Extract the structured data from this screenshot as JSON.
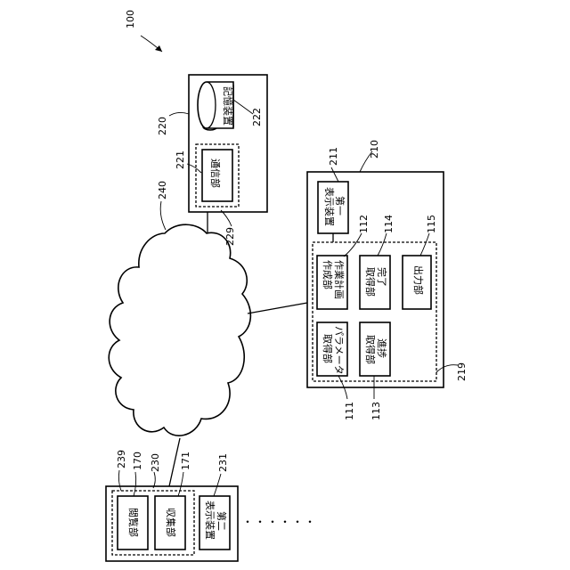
{
  "figure_label": "100",
  "network": {
    "label": "240"
  },
  "storage_server": {
    "label": "220",
    "storage_device": {
      "label": "222",
      "text": "記憶装置"
    },
    "comm_unit": {
      "label": "221",
      "text": "通信部"
    },
    "dashed_label": "229"
  },
  "server": {
    "label": "210",
    "first_display": {
      "label": "211",
      "line1": "第一",
      "line2": "表示装置"
    },
    "dashed_label": "219",
    "param_unit": {
      "label": "111",
      "line1": "パラメータ",
      "line2": "取得部"
    },
    "plan_unit": {
      "label": "112",
      "line1": "作業計画",
      "line2": "作成部"
    },
    "progress_unit": {
      "label": "113",
      "line1": "進捗",
      "line2": "取得部"
    },
    "complete_unit": {
      "label": "114",
      "line1": "完了",
      "line2": "取得部"
    },
    "output_unit": {
      "label": "115",
      "text": "出力部"
    }
  },
  "terminal": {
    "label": "230",
    "dashed_label": "239",
    "browse_unit": {
      "label": "170",
      "text": "閲覧部"
    },
    "collect_unit": {
      "label": "171",
      "text": "収集部"
    },
    "second_display": {
      "label": "231",
      "line1": "第二",
      "line2": "表示装置"
    }
  },
  "ellipsis": "・・・・・・"
}
